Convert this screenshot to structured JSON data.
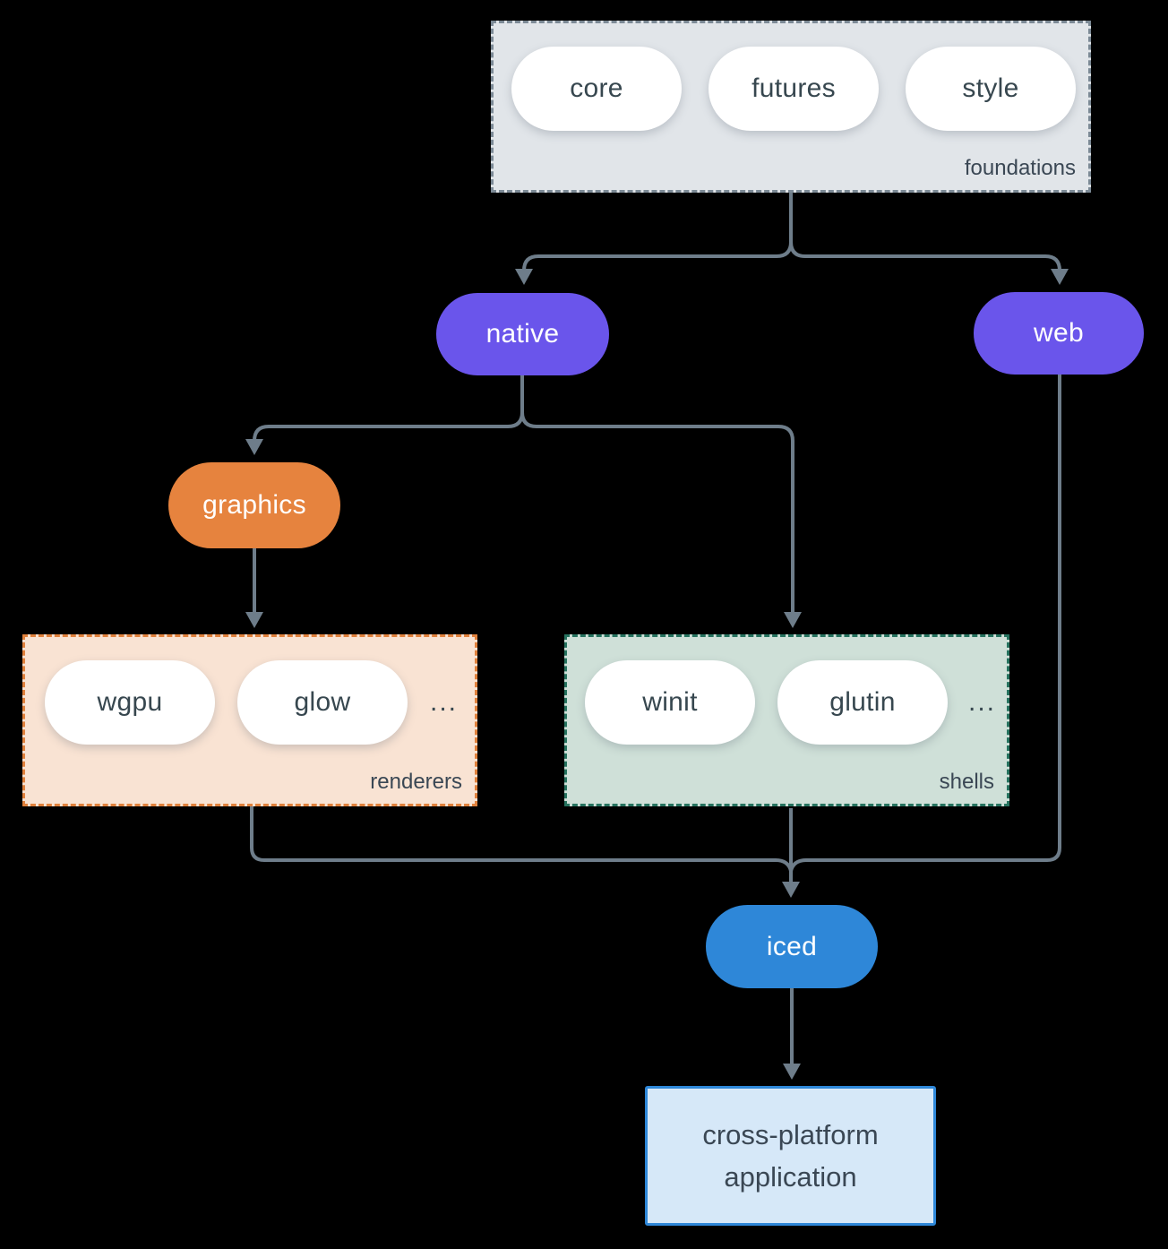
{
  "groups": {
    "foundations": {
      "label": "foundations",
      "items": [
        "core",
        "futures",
        "style"
      ]
    },
    "renderers": {
      "label": "renderers",
      "items": [
        "wgpu",
        "glow"
      ],
      "ellipsis": "..."
    },
    "shells": {
      "label": "shells",
      "items": [
        "winit",
        "glutin"
      ],
      "ellipsis": "..."
    }
  },
  "nodes": {
    "native": {
      "label": "native"
    },
    "web": {
      "label": "web"
    },
    "graphics": {
      "label": "graphics"
    },
    "iced": {
      "label": "iced"
    },
    "application": {
      "line1": "cross-platform",
      "line2": "application"
    }
  },
  "colors": {
    "background": "#000000",
    "arrow": "#6E7D8A",
    "node_purple": "#6A55EB",
    "node_orange": "#E6833E",
    "node_blue": "#2E87D8",
    "pill_background": "#FFFFFF",
    "pill_text": "#37474F",
    "label_text": "#3A4754",
    "foundations_fill": "#E1E5E9",
    "foundations_border": "#7C8A96",
    "renderers_fill": "#F9E3D3",
    "renderers_border": "#E0813C",
    "shells_fill": "#CFE0D8",
    "shells_border": "#26735F",
    "application_fill": "#D6E8F8",
    "application_border": "#2E87D8"
  }
}
